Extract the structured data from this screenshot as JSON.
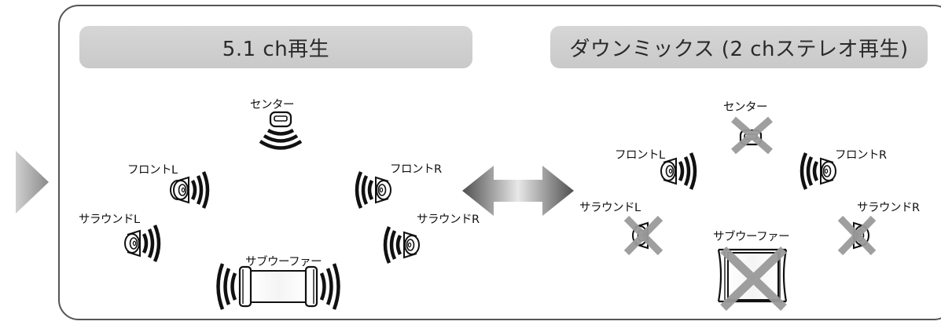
{
  "panels": {
    "left": {
      "title": "5.1 ch再生",
      "speakers": {
        "center": "センター",
        "front_left": "フロントL",
        "front_right": "フロントR",
        "surround_left": "サラウンドL",
        "surround_right": "サラウンドR",
        "subwoofer": "サブウーファー"
      }
    },
    "right": {
      "title": "ダウンミックス (2 chステレオ再生)",
      "speakers": {
        "center": "センター",
        "front_left": "フロントL",
        "front_right": "フロントR",
        "surround_left": "サラウンドL",
        "surround_right": "サラウンドR",
        "subwoofer": "サブウーファー"
      }
    }
  },
  "colors": {
    "frame": "#555555",
    "pill": "#cccccc",
    "cross": "#9a9a9a",
    "arrow_dark": "#555555",
    "arrow_light": "#e6e6e6"
  }
}
